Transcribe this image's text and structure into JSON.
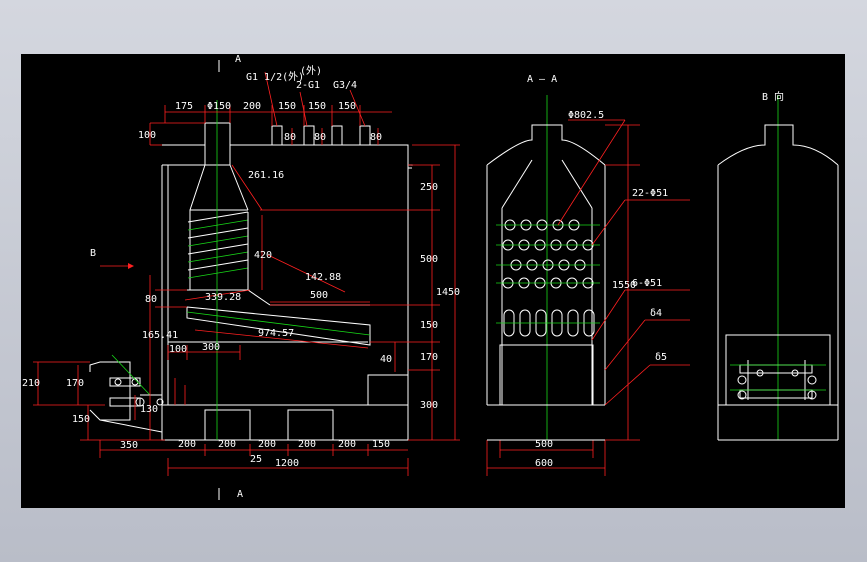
{
  "view_labels": {
    "section_a_top": "A",
    "section_a_bottom": "A",
    "section_title": "A — A",
    "view_b_arrow": "B",
    "view_b_title": "B 向"
  },
  "pipe_labels": {
    "g1_2": "G1 1/2(外)",
    "g1_2_top": "(外)",
    "two_g1": "2-G1",
    "g3_4": "G3/4"
  },
  "dimensions_front": {
    "d175": "175",
    "dphi150": "Φ150",
    "d200a": "200",
    "d150a": "150",
    "d150b": "150",
    "d150c": "150",
    "d100_left": "100",
    "d80a": "80",
    "d80b": "80",
    "d80c": "80",
    "d261": "261.16",
    "d250": "250",
    "d420": "420",
    "d500v": "500",
    "d1450": "1450",
    "d142": "142.88",
    "d339": "339.28",
    "d500h": "500",
    "d80_left": "80",
    "d165": "165.41",
    "d974": "974.57",
    "d150v": "150",
    "d100b": "100",
    "d300": "300",
    "d170v": "170",
    "d40": "40",
    "d300v": "300",
    "d210": "210",
    "d170": "170",
    "d130": "130",
    "d150_low": "150",
    "d350": "350",
    "d200_1": "200",
    "d200_2": "200",
    "d200_3": "200",
    "d200_4": "200",
    "d150_bot": "150",
    "d25": "25",
    "d1200": "1200"
  },
  "dimensions_section": {
    "phi802": "Φ802.5",
    "holes22": "22-Φ51",
    "holes6": "6-Φ51",
    "d1550": "1550",
    "delta4": "δ4",
    "delta5": "δ5",
    "d500": "500",
    "d600": "600"
  }
}
